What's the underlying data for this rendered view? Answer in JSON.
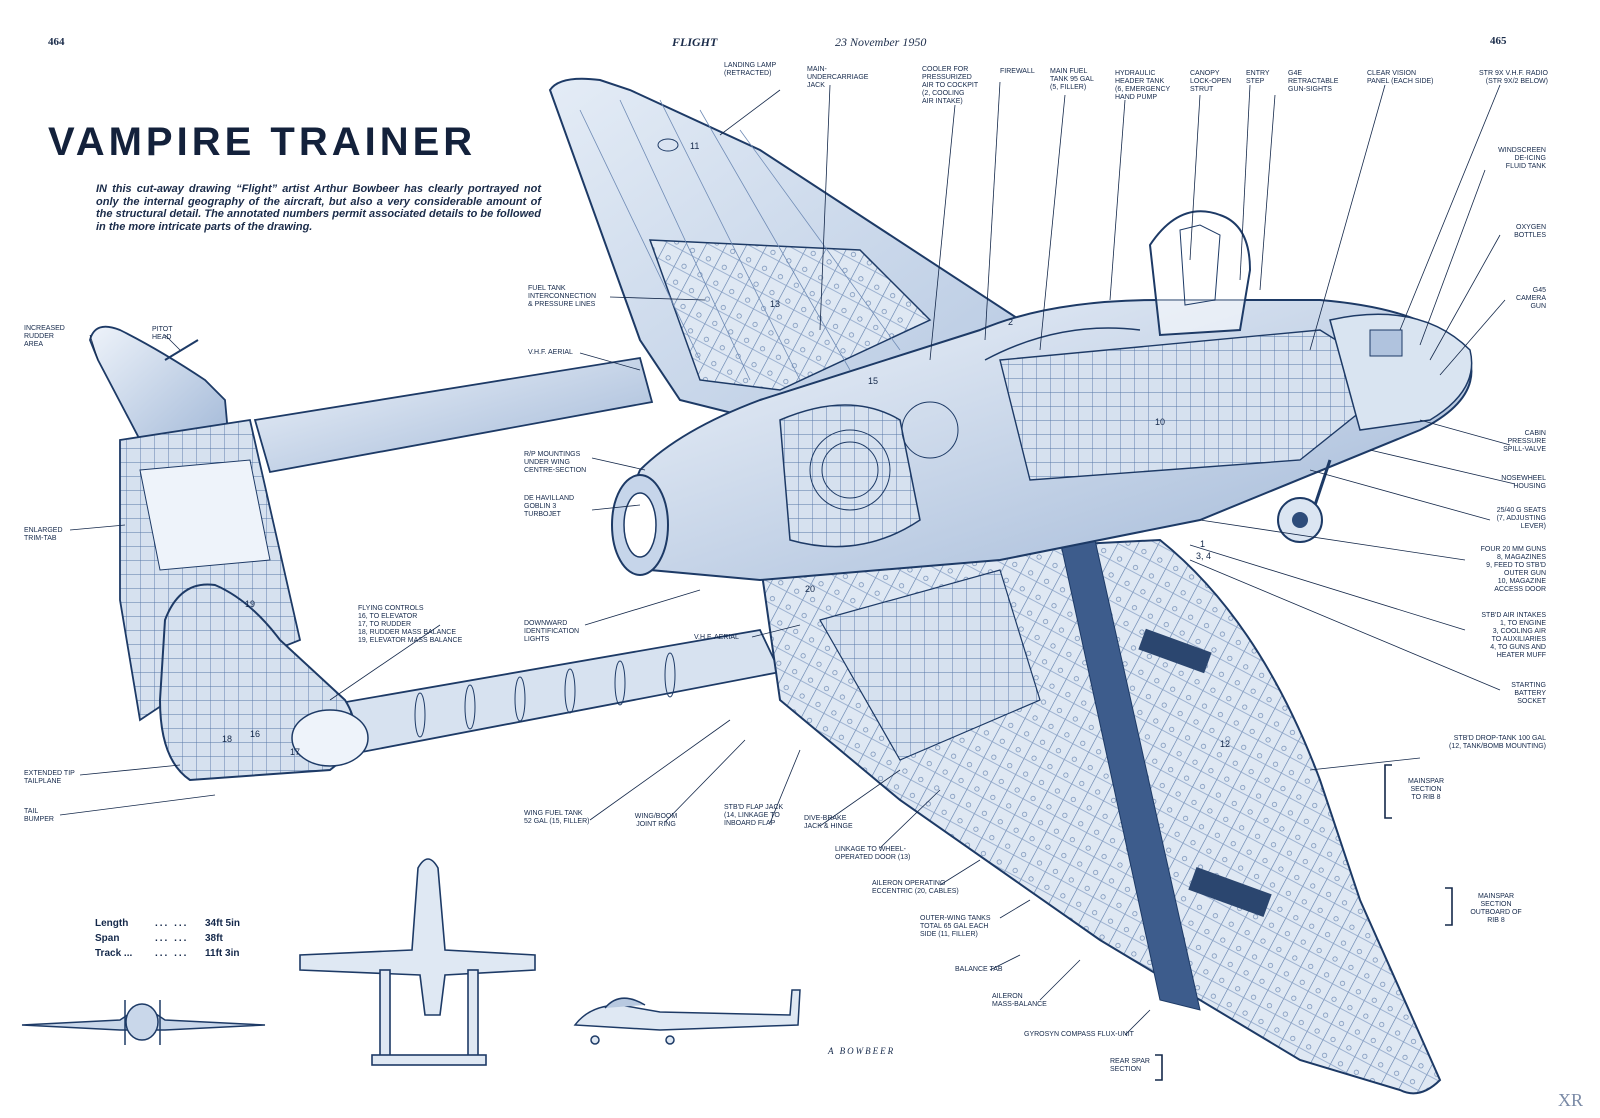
{
  "header": {
    "page_left": "464",
    "magazine": "FLIGHT",
    "date": "23 November 1950",
    "page_right": "465"
  },
  "title": "VAMPIRE TRAINER",
  "intro": "IN this cut-away drawing “Flight” artist Arthur Bowbeer has clearly portrayed not only the internal geography of the aircraft, but also a very considerable amount of the structural detail. The annotated numbers permit associated details to be followed in the more intricate parts of the drawing.",
  "labels": {
    "landing_lamp": "LANDING LAMP\n(RETRACTED)",
    "main_uc_jack": "MAIN-\nUNDERCARRIAGE\nJACK",
    "cooler": "COOLER FOR\nPRESSURIZED\nAIR TO COCKPIT\n(2, COOLING\nAIR INTAKE)",
    "firewall": "FIREWALL",
    "main_fuel": "MAIN FUEL\nTANK 95 gal\n(5, FILLER)",
    "hydraulic": "HYDRAULIC\nHEADER TANK\n(6, EMERGENCY\nHAND PUMP",
    "canopy": "CANOPY\nLOCK-OPEN\nSTRUT",
    "entry_step": "ENTRY\nSTEP",
    "g4e": "G4E\nRETRACTABLE\nGUN-SIGHTS",
    "clear_vision": "CLEAR VISION\nPANEL (EACH SIDE)",
    "str_vhf": "STR 9X V.H.F. RADIO\n(STR 9X/2 BELOW)",
    "windscreen": "WINDSCREEN\nDE-ICING\nFLUID TANK",
    "oxygen": "OXYGEN\nBOTTLES",
    "camera": "G45\nCAMERA\nGUN",
    "cabin_pressure": "CABIN\nPRESSURE\nSPILL-VALVE",
    "nosewheel": "NOSEWHEEL\nHOUSING",
    "seats": "25/40 g SEATS\n(7, ADJUSTING\nLEVER)",
    "guns": "FOUR 20 mm GUNS\n8, MAGAZINES\n9, FEED TO STB'D\nOUTER GUN\n10, MAGAZINE\nACCESS DOOR",
    "air_intakes": "STB'D AIR INTAKES\n1, TO ENGINE\n3, COOLING AIR\nTO AUXILIARIES\n4, TO GUNS and\nHEATER MUFF",
    "starting_battery": "STARTING\nBATTERY\nSOCKET",
    "drop_tank": "STB'D DROP-TANK 100 gal\n(12, TANK/BOMB MOUNTING)",
    "mainspar_rib8": "MAINSPAR\nSECTION\nTO RIB 8",
    "mainspar_outboard": "MAINSPAR\nSECTION\nOUTBOARD OF\nRIB 8",
    "rear_spar": "REAR SPAR\nSECTION",
    "gyrosyn": "GYROSYN COMPASS FLUX-UNIT",
    "aileron_mass": "AILERON\nMASS-BALANCE",
    "balance_tab": "BALANCE TAB",
    "outer_wing": "OUTER-WING TANKS\nTOTAL 65 gal EACH\nSIDE (11, FILLER)",
    "aileron_eccentric": "AILERON OPERATING\nECCENTRIC (20, CABLES)",
    "linkage_wheel": "LINKAGE TO WHEEL-\nOPERATED DOOR (13)",
    "dive_brake": "DIVE-BRAKE\nJACK & HINGE",
    "flap_jack": "STB'D FLAP JACK\n(14, LINKAGE TO\nINBOARD FLAP",
    "wing_boom": "WING/BOOM\nJOINT RING",
    "wing_fuel": "WING FUEL TANK\n52 gal (15, FILLER)",
    "vhf_aerial_lower": "V.H.F. AERIAL",
    "downward_lights": "DOWNWARD\nIDENTIFICATION\nLIGHTS",
    "goblin": "DE HAVILLAND\nGOBLIN 3\nTURBOJET",
    "rp_mountings": "R/P MOUNTINGS\nUNDER WING\nCENTRE-SECTION",
    "vhf_aerial_upper": "V.H.F. AERIAL",
    "fuel_interconnect": "FUEL TANK\nINTERCONNECTION\n& PRESSURE LINES",
    "flying_controls": "FLYING CONTROLS\n16, TO ELEVATOR\n17, TO RUDDER\n18, RUDDER MASS BALANCE\n19, ELEVATOR MASS BALANCE",
    "rudder_area": "INCREASED\nRUDDER\nAREA",
    "pitot": "PITOT\nHEAD",
    "trim_tab": "ENLARGED\nTRIM-TAB",
    "tip_tailplane": "EXTENDED TIP\nTAILPLANE",
    "tail_bumper": "TAIL\nBUMPER"
  },
  "callout_numbers": [
    "2",
    "1",
    "3, 4",
    "10",
    "13",
    "15",
    "16",
    "17",
    "18",
    "19",
    "20",
    "11",
    "12"
  ],
  "dimensions": [
    {
      "name": "Length",
      "dots": "... ...",
      "value": "34ft 5in"
    },
    {
      "name": "Span",
      "dots": "... ...",
      "value": "38ft"
    },
    {
      "name": "Track ...",
      "dots": "... ...",
      "value": "11ft 3in"
    }
  ],
  "signature": "A BOWBEER",
  "watermark": "XR",
  "colors": {
    "ink": "#14284a",
    "line": "#1d3a66",
    "fill_light": "#dbe5f2",
    "fill_mid": "#a9bedb",
    "fill_dark": "#2e4c7a"
  }
}
